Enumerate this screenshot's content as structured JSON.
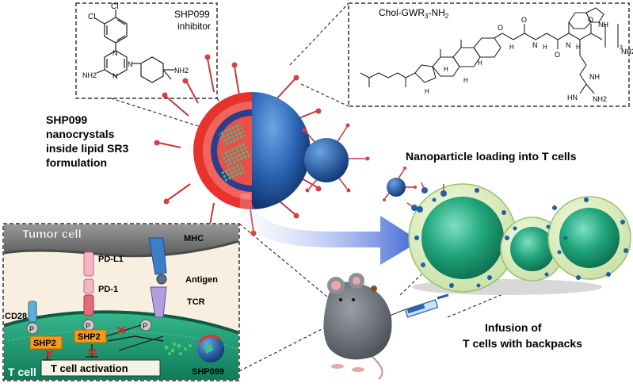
{
  "inhibitor_box": {
    "name": "SHP099",
    "subtitle": "inhibitor",
    "atoms": [
      "Cl",
      "Cl",
      "N",
      "N",
      "N",
      "NH2",
      "NH2"
    ]
  },
  "peptide_box": {
    "name": "Chol-GWR",
    "sub": "3",
    "suffix": "-NH",
    "sub2": "2",
    "atoms": [
      "NH",
      "O",
      "O",
      "O",
      "O",
      "N",
      "N",
      "H",
      "H",
      "H",
      "H",
      "H",
      "H",
      "NH2",
      "H",
      "3",
      "HN",
      "NH",
      "NH2"
    ]
  },
  "left_label": [
    "SHP099",
    "nanocrystals",
    "inside lipid SR3",
    "formulation"
  ],
  "loading_label": "Nanoparticle loading into T cells",
  "infusion_label": [
    "Infusion of",
    "T cells with backpacks"
  ],
  "mechanism": {
    "tumor_cell": "Tumor cell",
    "t_cell": "T cell",
    "pdl1": "PD-L1",
    "pd1": "PD-1",
    "mhc": "MHC",
    "antigen": "Antigen",
    "tcr": "TCR",
    "cd28": "CD28",
    "phospho": "P",
    "shp2": "SHP2",
    "activation": "T cell activation",
    "drug": "SHP099"
  },
  "colors": {
    "lipid_red": "#e8332c",
    "shell_blue": "#1f5fa8",
    "crystal_green": "#22a97a",
    "tcell_green": "#1c9a74",
    "tumor_gray": "#7d7d7d",
    "shp2_orange": "#f39a1b"
  }
}
